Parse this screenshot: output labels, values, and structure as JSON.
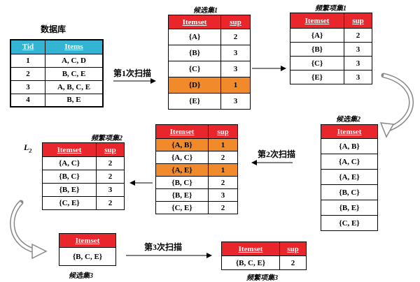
{
  "database": {
    "title": "数据库",
    "headers": [
      "Tid",
      "Items"
    ],
    "rows": [
      [
        "1",
        "A, C, D"
      ],
      [
        "2",
        "B, C, E"
      ],
      [
        "3",
        "A, B, C, E"
      ],
      [
        "4",
        "B, E"
      ]
    ]
  },
  "c1": {
    "title": "候选集1",
    "headers": [
      "Itemset",
      "sup"
    ],
    "rows": [
      [
        "{A}",
        "2"
      ],
      [
        "{B}",
        "3"
      ],
      [
        "{C}",
        "3"
      ],
      [
        "{D}",
        "1"
      ],
      [
        "{E}",
        "3"
      ]
    ]
  },
  "l1": {
    "title": "频繁项集1",
    "headers": [
      "Itemset",
      "sup"
    ],
    "rows": [
      [
        "{A}",
        "2"
      ],
      [
        "{B}",
        "3"
      ],
      [
        "{C}",
        "3"
      ],
      [
        "{E}",
        "3"
      ]
    ]
  },
  "c2": {
    "title": "候选集2",
    "headers": [
      "Itemset"
    ],
    "rows": [
      [
        "{A, B}"
      ],
      [
        "{A, C}"
      ],
      [
        "{A, E}"
      ],
      [
        "{B, C}"
      ],
      [
        "{B, E}"
      ],
      [
        "{C, E}"
      ]
    ]
  },
  "c2_counted": {
    "headers": [
      "Itemset",
      "sup"
    ],
    "rows": [
      [
        "{A, B}",
        "1"
      ],
      [
        "{A, C}",
        "2"
      ],
      [
        "{A, E}",
        "1"
      ],
      [
        "{B, C}",
        "2"
      ],
      [
        "{B, E}",
        "3"
      ],
      [
        "{C, E}",
        "2"
      ]
    ]
  },
  "l2": {
    "title": "频繁项集2",
    "headers": [
      "Itemset",
      "sup"
    ],
    "rows": [
      [
        "{A, C}",
        "2"
      ],
      [
        "{B, C}",
        "2"
      ],
      [
        "{B, E}",
        "3"
      ],
      [
        "{C, E}",
        "2"
      ]
    ]
  },
  "l2_label": "L2",
  "c3": {
    "title": "候选集3",
    "headers": [
      "Itemset"
    ],
    "rows": [
      [
        "{B, C, E}"
      ]
    ]
  },
  "l3": {
    "title": "频繁项集3",
    "headers": [
      "Itemset",
      "sup"
    ],
    "rows": [
      [
        "{B, C, E}",
        "2"
      ]
    ]
  },
  "scans": {
    "scan1": "第1次扫描",
    "scan2": "第2次扫描",
    "scan3": "第3次扫描"
  },
  "colors": {
    "header_red": "#e8262b",
    "header_blue": "#33b4d2",
    "highlight_orange": "#f08a2a"
  }
}
